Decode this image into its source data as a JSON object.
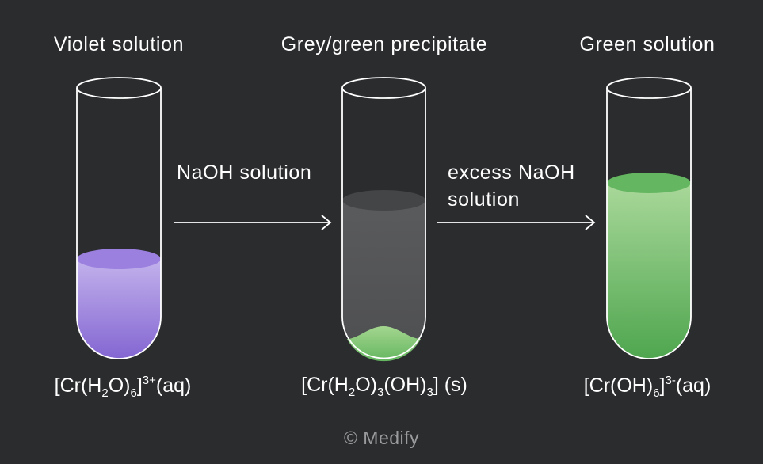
{
  "tubes": [
    {
      "label": "Violet solution",
      "formula": {
        "bracket_open": "[Cr(H",
        "sub1": "2",
        "mid1": "O)",
        "sub2": "6",
        "mid2": "]",
        "sup": "3+",
        "tail": "(aq)"
      }
    },
    {
      "label": "Grey/green precipitate",
      "formula": {
        "bracket_open": "[Cr(H",
        "sub1": "2",
        "mid1": "O)",
        "sub2": "3",
        "mid2": "(OH)",
        "sub3": "3",
        "tail": "] (s)"
      }
    },
    {
      "label": "Green solution",
      "formula": {
        "bracket_open": "[Cr(OH)",
        "sub1": "6",
        "mid1": "]",
        "sup": "3-",
        "tail": "(aq)"
      }
    }
  ],
  "arrows": [
    {
      "label_line1": "NaOH solution"
    },
    {
      "label_line1": "excess NaOH",
      "label_line2": "solution"
    }
  ],
  "copyright": "© Medify",
  "colors": {
    "background": "#2b2c2e",
    "violet": "#9d85dc",
    "grey": "#555658",
    "green": "#72bd6f"
  }
}
